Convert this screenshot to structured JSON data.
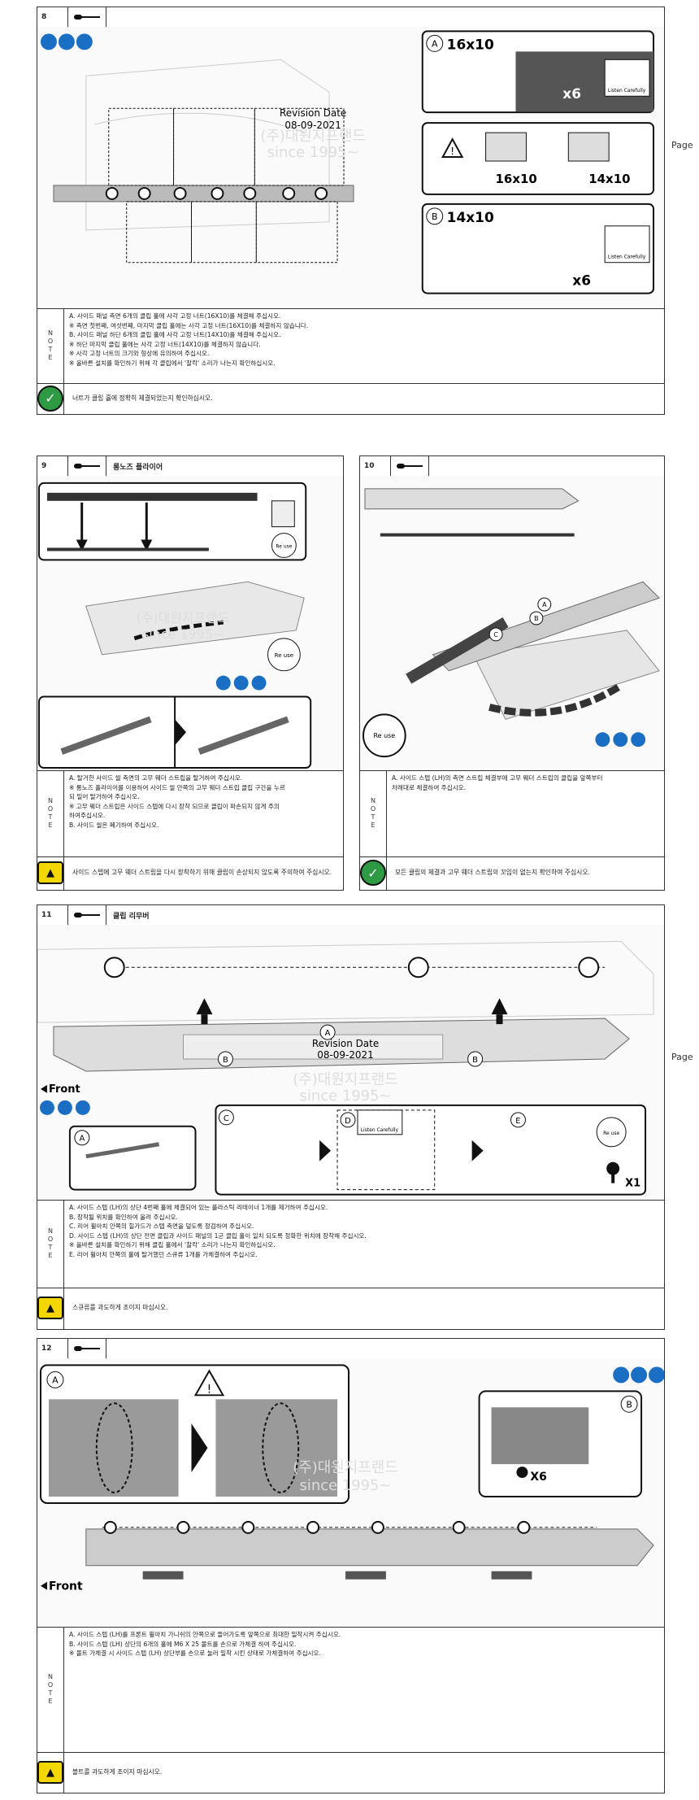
{
  "steps": {
    "s8": {
      "number": "8",
      "title": "",
      "callouts": {
        "a_size": "16x10",
        "b_size": "14x10",
        "qty_a": "x6",
        "qty_b": "x6",
        "compare_left": "16x10",
        "compare_right": "14x10",
        "listen": "Listen Carefully"
      },
      "notes": [
        "A. 사이드 패널 측면 6개의 클립 홀에 사각 고정 너트(16X10)를 체결해 주십시오.",
        "※ 측면 첫번째, 여섯번째, 마지막 클립 홀에는 사각 고정 너트(16X10)를 체결하지 않습니다.",
        "B. 사이드 패널 하단 6개의 클립 홀에 사각 고정 너트(14X10)를 체결해 주십시오.",
        "※ 하단 마지막 클립 홀에는 사각 고정 너트(14X10)를 체결하지 않습니다.",
        "※ 사각 고정 너트의 크기와 형상에 유의하여 주십시오.",
        "※ 올바른 설치를 확인하기 위해 각 클립에서 '찰칵' 소리가 나는지 확인하십시오."
      ],
      "confirm": "너트가 클립 홀에 정확히 체결되었는지 확인하십시오."
    },
    "s9": {
      "number": "9",
      "title": "롱노즈 플라이어",
      "reuse": "Re use",
      "notes": [
        "A. 탈거한 사이드 씰 측면의 고무 웨더 스트립을 탈거하여 주십시오.",
        "※ 롱노즈 플라이어를 이용하여 사이드 씰 안쪽의 고무 웨더 스트립 클립 구간을 누르",
        "되 밀어 탈거하여 주십시오.",
        "※ 고무 웨더 스트립은 사이드 스텝에 다시 장착 되므로 클립이 파손되지 않게 주의",
        "하여주십시오.",
        "B. 사이드 씰은 폐기하여 주십시오."
      ],
      "caution": "사이드 스텝에 고무 웨더 스트립을 다시 장착하기 위해 클립이 손상되지 않도록 주의하여 주십시오."
    },
    "s10": {
      "number": "10",
      "title": "",
      "reuse": "Re use",
      "notes": [
        "A. 사이드 스텝 (LH)의 측면 스트립 체결부에 고무 웨더 스트립의 클립을 앞쪽부터",
        "차례대로 체결하여 주십시오."
      ],
      "confirm": "모든 클립의 체결과 고무 웨더 스트립의 꼬임이 없는지 확인하여 주십시오."
    },
    "s11": {
      "number": "11",
      "title": "클립 리무버",
      "front": "Front",
      "qty": "X1",
      "listen": "Listen Carefully",
      "reuse": "Re use",
      "notes": [
        "A. 사이드 스텝 (LH)의 상단 4번째 홀에 체결되어 있는 플라스틱 리테이너 1개를 제거하여 주십시오.",
        "B. 장착될 위치를 확인하여 올려 주십시오.",
        "C. 리어 휠아치 안쪽의 힐가드가 스텝 측면을 덮도록 정검하여 주십시오.",
        "D. 사이드 스텝 (LH)의 상단 전면 클립과 사이드 패널의 1군 클립 홀이 일치 되도록 정확한 위치에 장착해 주십시오.",
        "※ 올바른 설치를 확인하기 위해 클립 홀에서 '찰칵' 소리가 나는지 확인하십시오.",
        "E. 리어 휠아치 안쪽의 홀에 탈거했던 스큐류 1개를 가체결하여 주십시오."
      ],
      "caution": "스큐류를 과도하게 조이지 마십시오."
    },
    "s12": {
      "number": "12",
      "title": "",
      "front": "Front",
      "qty": "X6",
      "notes": [
        "A. 사이드 스텝 (LH)를 프론트 휠아치 가니쉬의 안쪽으로 들어가도록 앞쪽으로 최대한 밀착시켜 주십시오.",
        "B. 사이드 스텝 (LH) 상단의 6개의 홀에 M6 X 25 볼트를 손으로 가체결 하여 주십시오.",
        "※ 볼트 가체결 시 사이드 스텝 (LH) 상단부를 손으로 눌러 밀착 시킨 상태로 가체결하여 주십시오."
      ],
      "caution": "볼트를 과도하게 조이지 마십시오."
    }
  },
  "common": {
    "note_label": "NOTE",
    "revision_label": "Revision Date",
    "revision_date": "08-09-2021",
    "watermark_company": "(주)대원지프랜드",
    "watermark_since": "since 1995~",
    "page_label": "Page"
  },
  "colors": {
    "safety_blue": "#1a6fc4",
    "check_green": "#2e9a44",
    "caution_yellow": "#f4d600"
  }
}
